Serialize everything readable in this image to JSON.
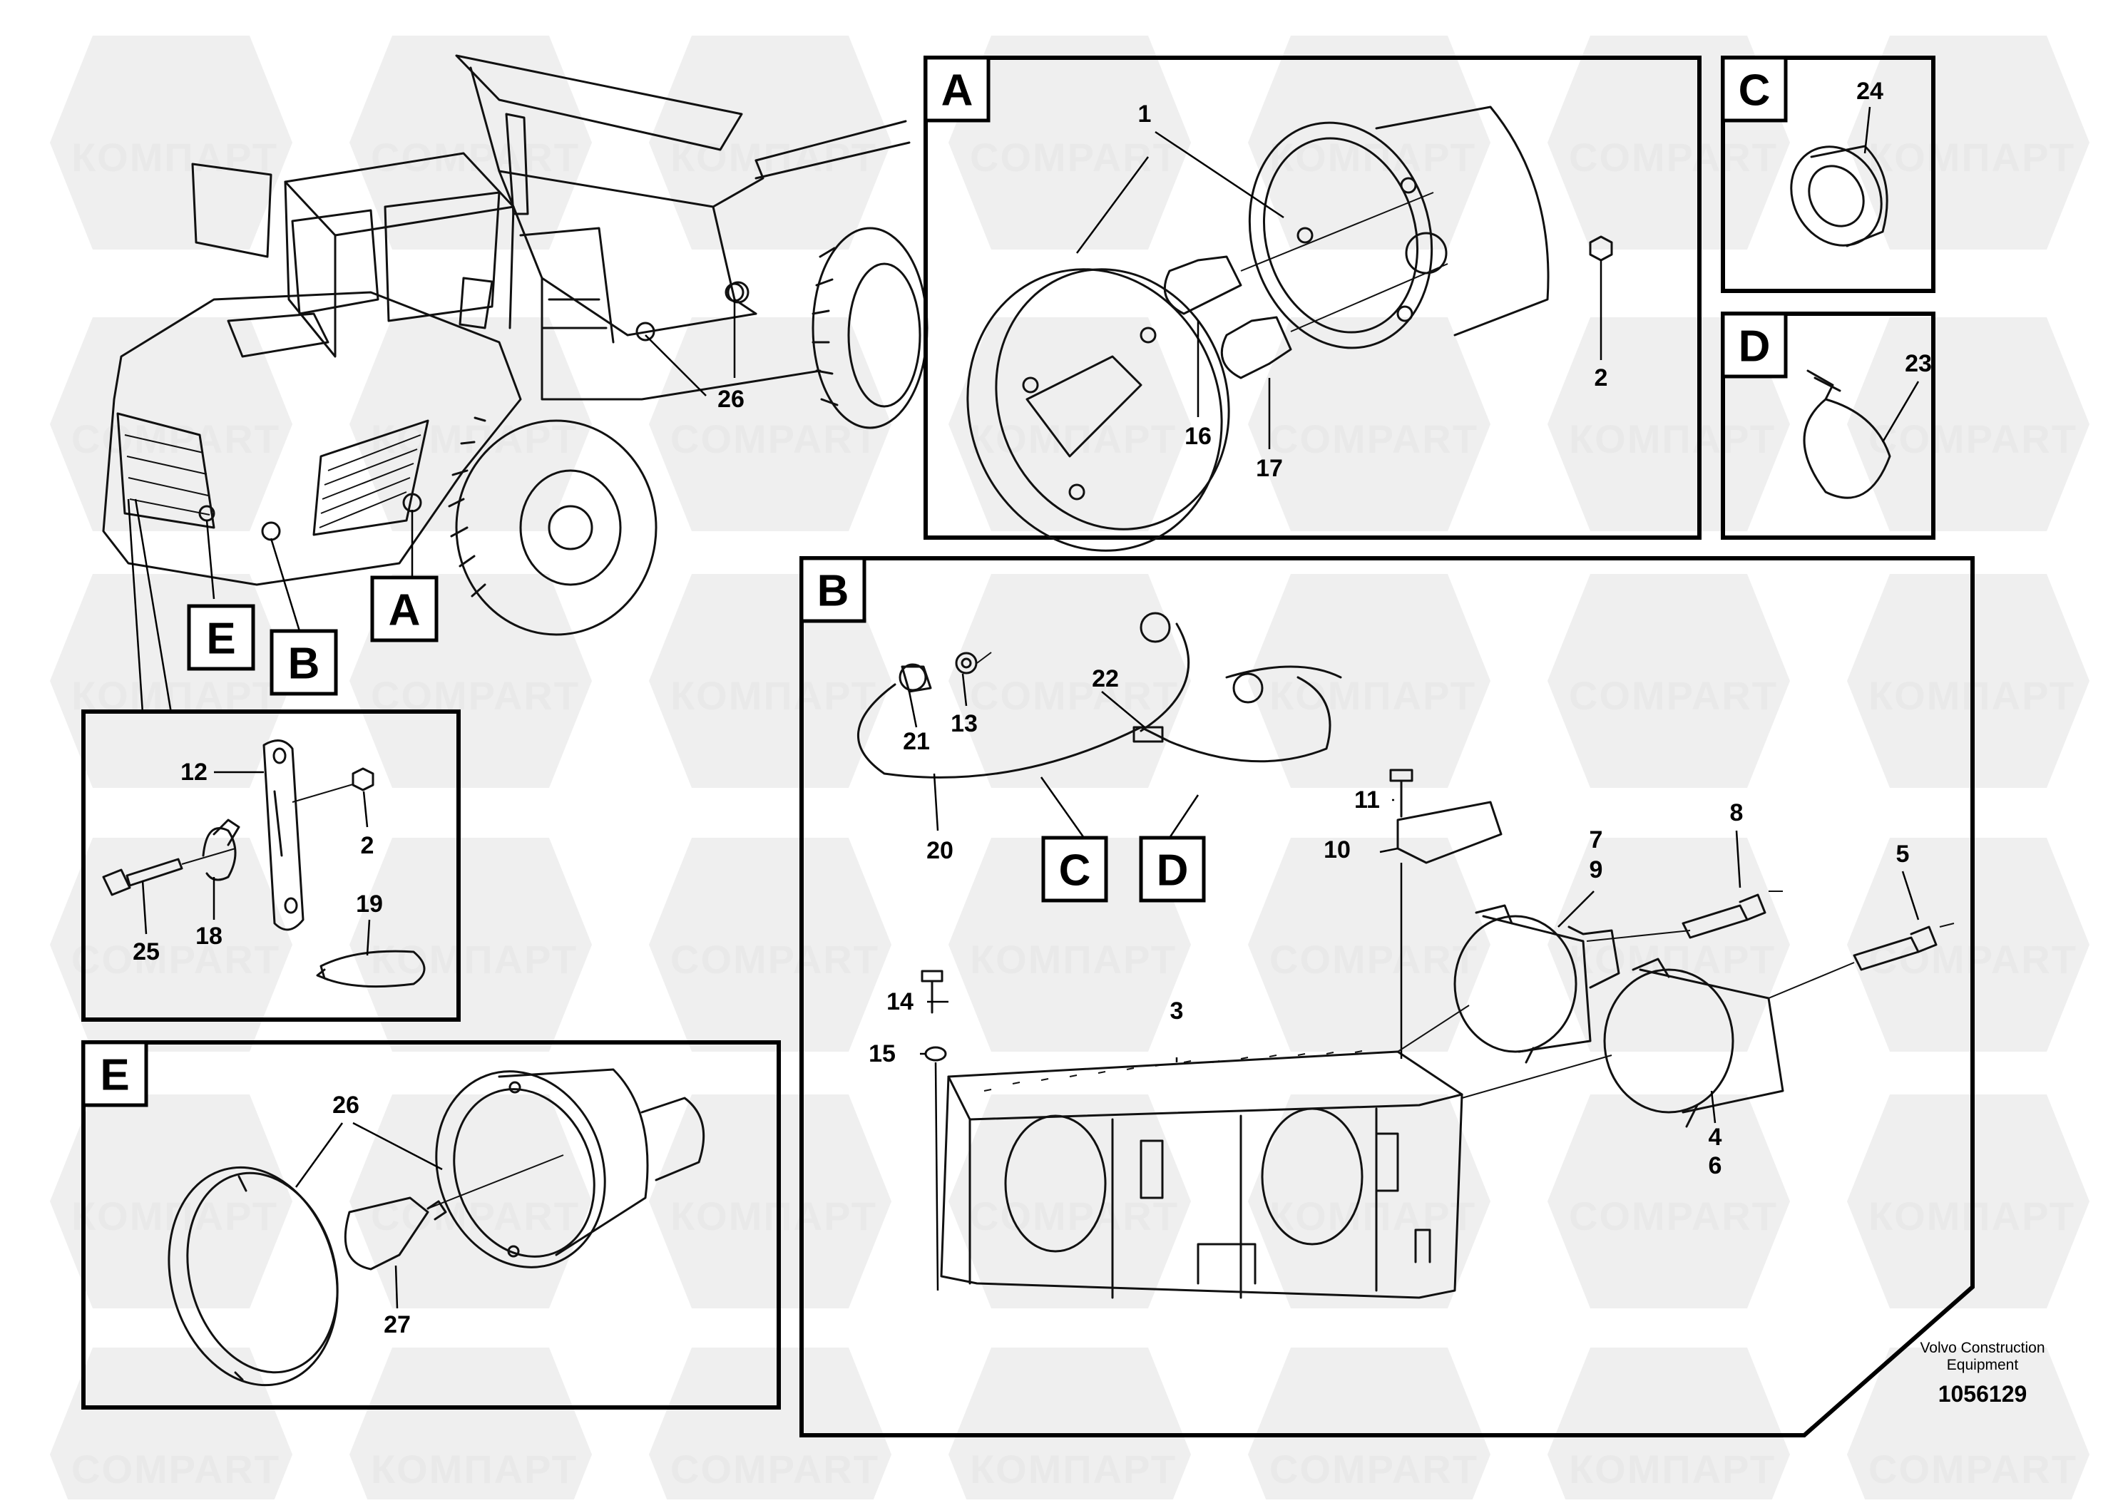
{
  "watermark": {
    "text_cyrillic": "КОМПАРТ",
    "text_latin": "COMPART"
  },
  "section_labels": {
    "A": "A",
    "B": "B",
    "C": "C",
    "D": "D",
    "E": "E"
  },
  "part_numbers": {
    "p1": "1",
    "p2": "2",
    "p2b": "2",
    "p3": "3",
    "p4": "4",
    "p5": "5",
    "p6": "6",
    "p7": "7",
    "p8": "8",
    "p9": "9",
    "p10": "10",
    "p11": "11",
    "p12": "12",
    "p13": "13",
    "p14": "14",
    "p15": "15",
    "p16": "16",
    "p17": "17",
    "p18": "18",
    "p19": "19",
    "p20": "20",
    "p21": "21",
    "p22": "22",
    "p23": "23",
    "p24": "24",
    "p25": "25",
    "p26": "26",
    "p26b": "26",
    "p27": "27"
  },
  "footer": {
    "maker_line1": "Volvo Construction",
    "maker_line2": "Equipment",
    "drawing_number": "1056129"
  }
}
